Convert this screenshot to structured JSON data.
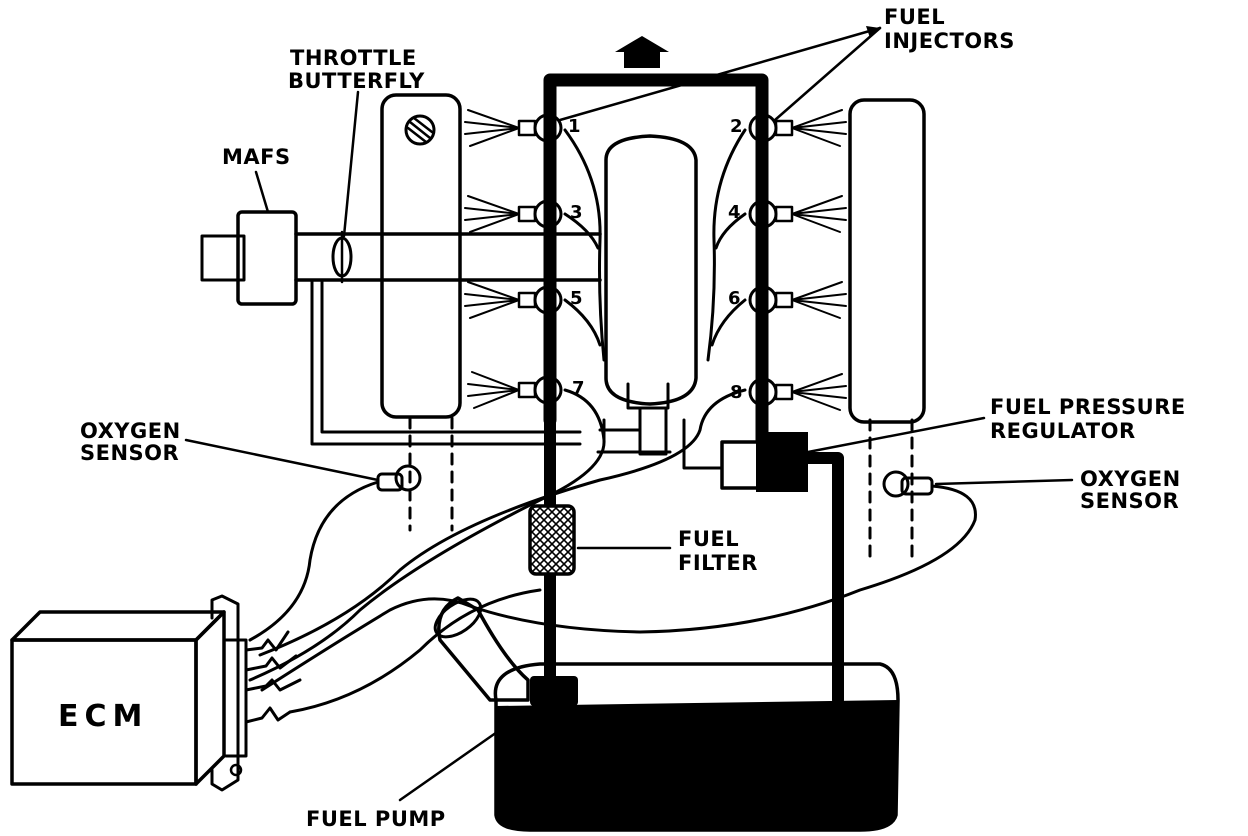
{
  "labels": {
    "throttle": "THROTTLE",
    "butterfly": "BUTTERFLY",
    "mafs": "MAFS",
    "fuel_injectors_1": "FUEL",
    "fuel_injectors_2": "INJECTORS",
    "oxygen_left_1": "OXYGEN",
    "oxygen_left_2": "SENSOR",
    "fuel_pressure_1": "FUEL PRESSURE",
    "fuel_pressure_2": "REGULATOR",
    "oxygen_right_1": "OXYGEN",
    "oxygen_right_2": "SENSOR",
    "fuel_filter_1": "FUEL",
    "fuel_filter_2": "FILTER",
    "ecm": "ECM",
    "fuel_pump": "FUEL PUMP"
  },
  "injectors": [
    {
      "number": "1"
    },
    {
      "number": "2"
    },
    {
      "number": "3"
    },
    {
      "number": "4"
    },
    {
      "number": "5"
    },
    {
      "number": "6"
    },
    {
      "number": "7"
    },
    {
      "number": "8"
    }
  ],
  "colors": {
    "ink": "#000000",
    "paper": "#ffffff"
  }
}
